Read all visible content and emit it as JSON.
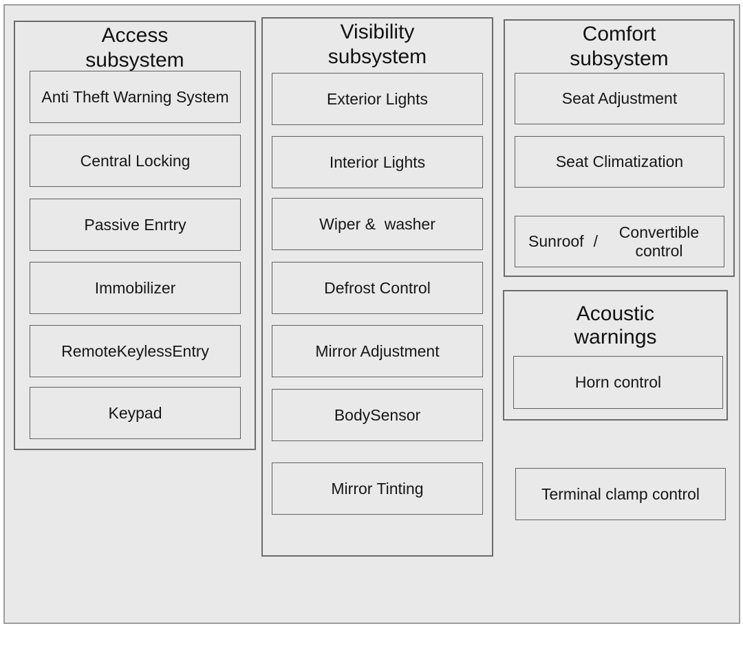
{
  "colors": {
    "canvas_fill": "#e9e9e9",
    "frame_border": "#9c9c9c",
    "group_border": "#6b6b6b",
    "node_border": "#5f5f5f",
    "text": "#161616"
  },
  "groups": [
    {
      "title": "Access subsystem",
      "items": [
        {
          "label": "Anti Theft Warning System"
        },
        {
          "label": "Central Locking"
        },
        {
          "label": "Passive Enrtry"
        },
        {
          "label": "Immobilizer"
        },
        {
          "label": "RemoteKeylessEntry"
        },
        {
          "label": "Keypad"
        }
      ]
    },
    {
      "title": "Visibility subsystem",
      "items": [
        {
          "label": "Exterior Lights"
        },
        {
          "label": "Interior Lights"
        },
        {
          "label": "Wiper &  washer"
        },
        {
          "label": "Defrost Control"
        },
        {
          "label": "Mirror Adjustment"
        },
        {
          "label": "BodySensor"
        },
        {
          "label": "Mirror Tinting"
        }
      ]
    },
    {
      "title": "Comfort subsystem",
      "items": [
        {
          "label": "Seat Adjustment"
        },
        {
          "label": "Seat Climatization"
        }
      ],
      "split_item": {
        "left": "Sunroof",
        "separator": "/",
        "right": "Convertible control"
      }
    },
    {
      "title": "Acoustic warnings",
      "items": [
        {
          "label": "Horn control"
        }
      ]
    }
  ],
  "standalone": [
    {
      "label": "Terminal clamp control"
    }
  ]
}
